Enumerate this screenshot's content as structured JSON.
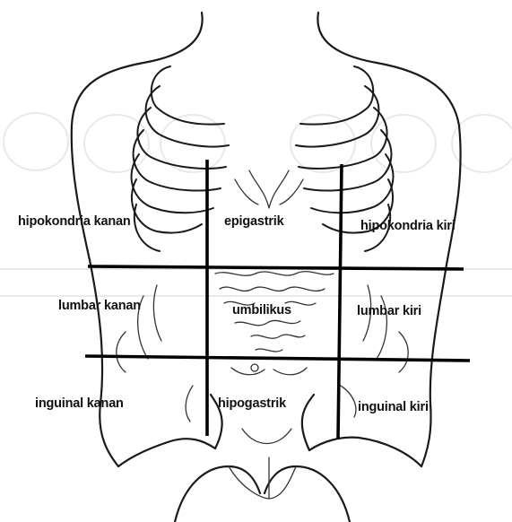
{
  "regions": {
    "hipokondria_kanan": "hipokondria kanan",
    "epigastrik": "epigastrik",
    "hipokondria_kiri": "hipokondria kiri",
    "lumbar_kanan": "lumbar kanan",
    "umbilikus": "umbilikus",
    "lumbar_kiri": "lumbar kiri",
    "inguinal_kanan": "inguinal kanan",
    "hipogastrik": "hipogastrik",
    "inguinal_kiri": "inguinal kiri"
  },
  "colors": {
    "ink": "#111111",
    "background": "#ffffff",
    "watermark": "#e9e9e9"
  }
}
